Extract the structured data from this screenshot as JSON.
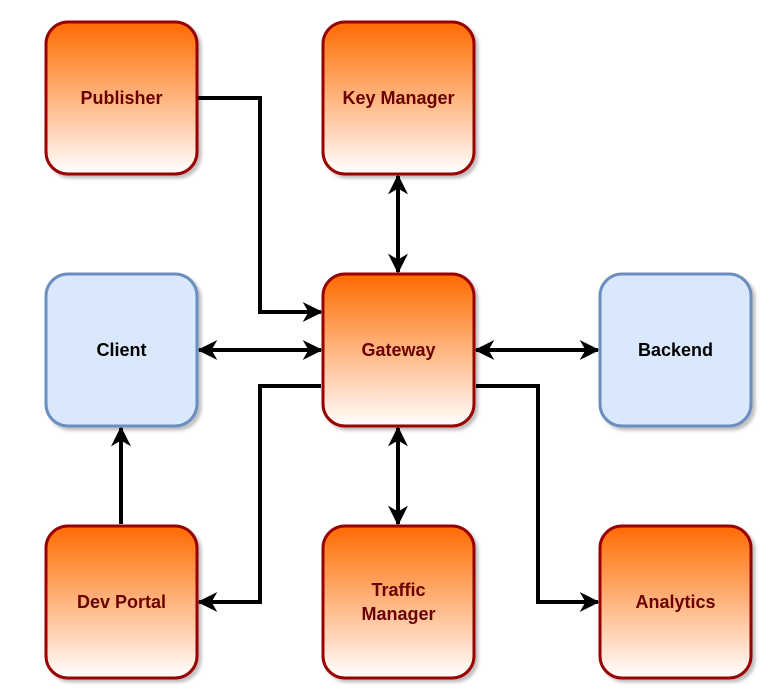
{
  "diagram": {
    "colors": {
      "orange_fill_top": "#ff6a00",
      "orange_fill_bottom": "#ffffff",
      "orange_stroke": "#990000",
      "orange_text": "#6b0000",
      "blue_fill": "#dae8fc",
      "blue_stroke": "#6c8ebf",
      "blue_text": "#000000",
      "edge": "#000000"
    },
    "nodes": [
      {
        "id": "publisher",
        "label": [
          "Publisher"
        ],
        "style": "orange"
      },
      {
        "id": "key-manager",
        "label": [
          "Key Manager"
        ],
        "style": "orange"
      },
      {
        "id": "client",
        "label": [
          "Client"
        ],
        "style": "blue"
      },
      {
        "id": "gateway",
        "label": [
          "Gateway"
        ],
        "style": "orange"
      },
      {
        "id": "backend",
        "label": [
          "Backend"
        ],
        "style": "blue"
      },
      {
        "id": "dev-portal",
        "label": [
          "Dev Portal"
        ],
        "style": "orange"
      },
      {
        "id": "traffic-manager",
        "label": [
          "Traffic",
          "Manager"
        ],
        "style": "orange"
      },
      {
        "id": "analytics",
        "label": [
          "Analytics"
        ],
        "style": "orange"
      }
    ],
    "edges": [
      {
        "from": "publisher",
        "to": "gateway",
        "direction": "forward"
      },
      {
        "from": "key-manager",
        "to": "gateway",
        "direction": "both"
      },
      {
        "from": "client",
        "to": "gateway",
        "direction": "both"
      },
      {
        "from": "gateway",
        "to": "backend",
        "direction": "both"
      },
      {
        "from": "gateway",
        "to": "dev-portal",
        "direction": "forward"
      },
      {
        "from": "dev-portal",
        "to": "client",
        "direction": "forward"
      },
      {
        "from": "gateway",
        "to": "traffic-manager",
        "direction": "both"
      },
      {
        "from": "gateway",
        "to": "analytics",
        "direction": "forward"
      }
    ]
  }
}
